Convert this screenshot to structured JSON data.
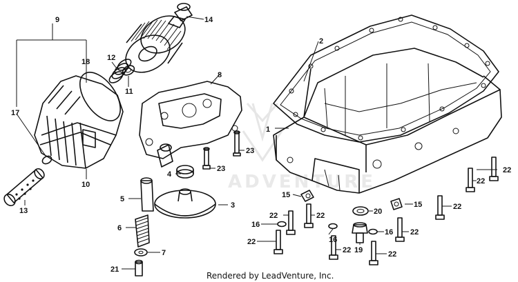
{
  "credit": "Rendered by LeadVenture, Inc.",
  "watermark": "ADVENTURE",
  "callouts": [
    "1",
    "2",
    "3",
    "4",
    "5",
    "6",
    "7",
    "8",
    "9",
    "10",
    "11",
    "12",
    "13",
    "14",
    "15",
    "16",
    "17",
    "18",
    "19",
    "20",
    "21",
    "22",
    "23"
  ]
}
